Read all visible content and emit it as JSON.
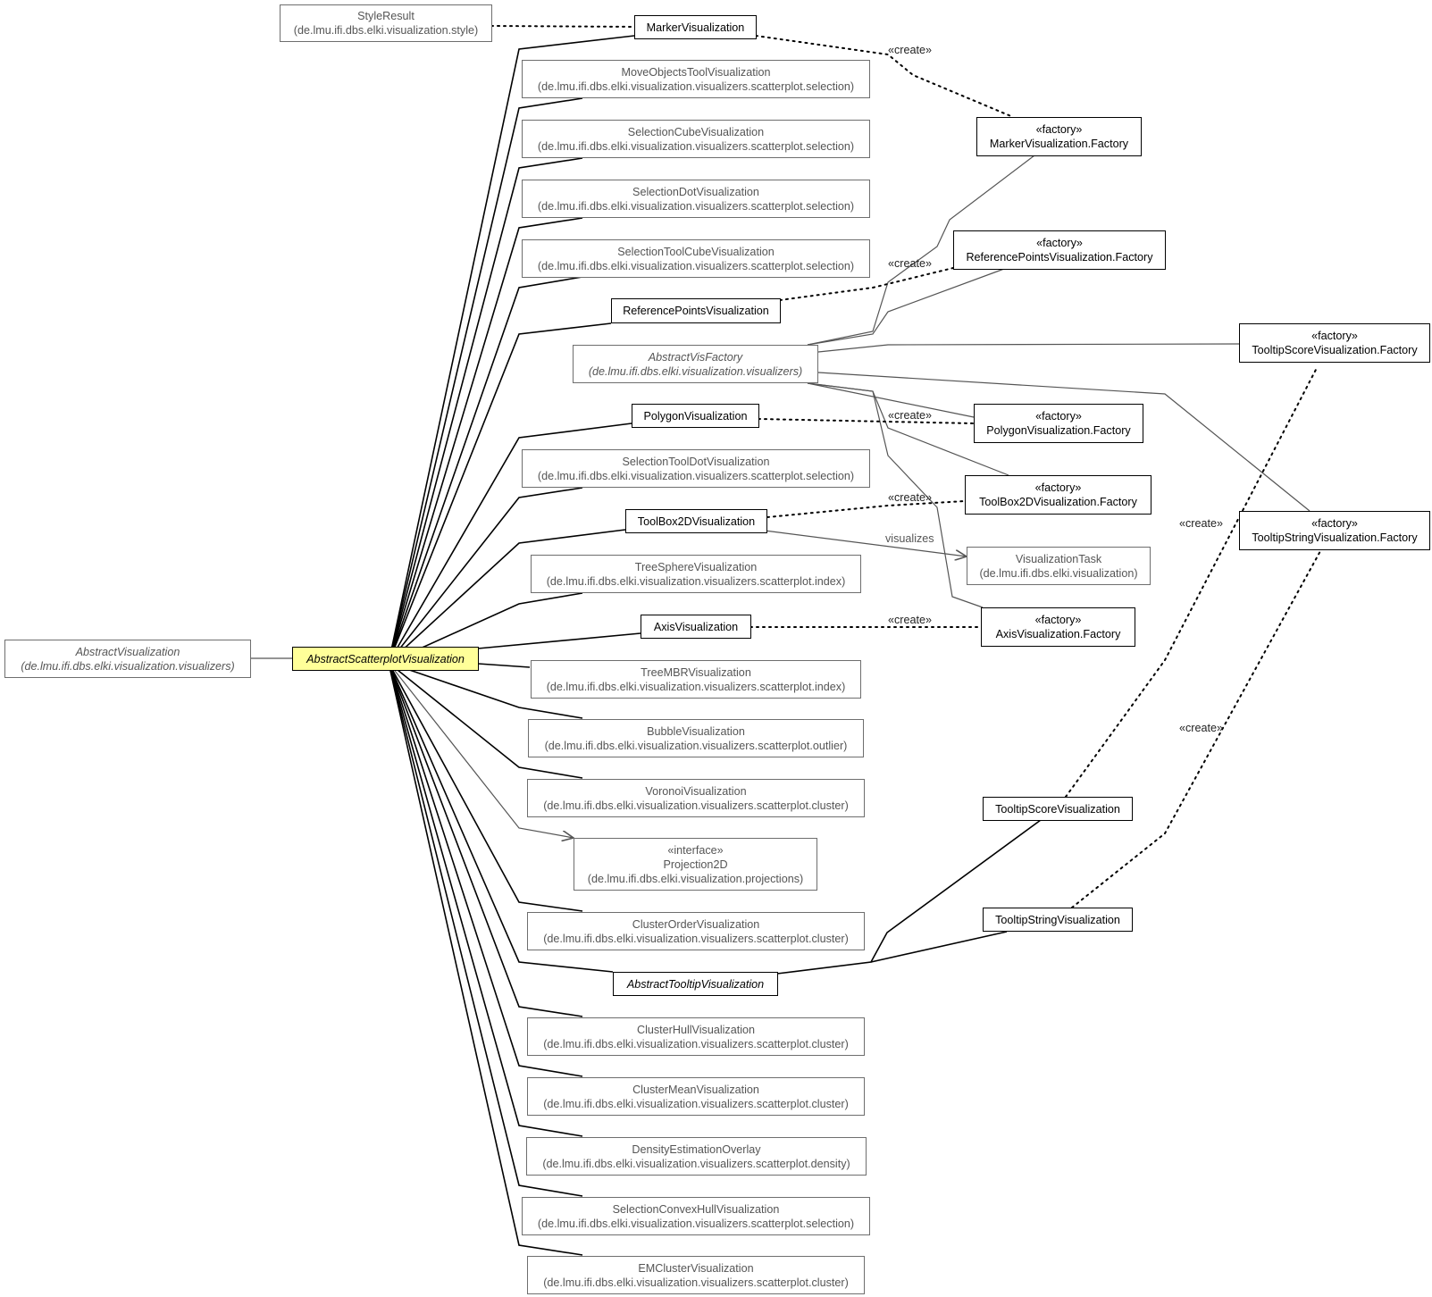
{
  "nodes": {
    "styleresult": {
      "name": "StyleResult",
      "pkg": "(de.lmu.ifi.dbs.elki.visualization.style)"
    },
    "marker": {
      "name": "MarkerVisualization"
    },
    "moveobjects": {
      "name": "MoveObjectsToolVisualization",
      "pkg": "(de.lmu.ifi.dbs.elki.visualization.visualizers.scatterplot.selection)"
    },
    "selectioncube": {
      "name": "SelectionCubeVisualization",
      "pkg": "(de.lmu.ifi.dbs.elki.visualization.visualizers.scatterplot.selection)"
    },
    "selectiondot": {
      "name": "SelectionDotVisualization",
      "pkg": "(de.lmu.ifi.dbs.elki.visualization.visualizers.scatterplot.selection)"
    },
    "selectiontoolcube": {
      "name": "SelectionToolCubeVisualization",
      "pkg": "(de.lmu.ifi.dbs.elki.visualization.visualizers.scatterplot.selection)"
    },
    "refpoints": {
      "name": "ReferencePointsVisualization"
    },
    "abstractvisfactory": {
      "name": "AbstractVisFactory",
      "pkg": "(de.lmu.ifi.dbs.elki.visualization.visualizers)"
    },
    "polygon": {
      "name": "PolygonVisualization"
    },
    "selectiontooldot": {
      "name": "SelectionToolDotVisualization",
      "pkg": "(de.lmu.ifi.dbs.elki.visualization.visualizers.scatterplot.selection)"
    },
    "toolbox2d": {
      "name": "ToolBox2DVisualization"
    },
    "treesphere": {
      "name": "TreeSphereVisualization",
      "pkg": "(de.lmu.ifi.dbs.elki.visualization.visualizers.scatterplot.index)"
    },
    "axis": {
      "name": "AxisVisualization"
    },
    "abstractvis": {
      "name": "AbstractVisualization",
      "pkg": "(de.lmu.ifi.dbs.elki.visualization.visualizers)"
    },
    "abstractscatter": {
      "name": "AbstractScatterplotVisualization"
    },
    "treembr": {
      "name": "TreeMBRVisualization",
      "pkg": "(de.lmu.ifi.dbs.elki.visualization.visualizers.scatterplot.index)"
    },
    "bubble": {
      "name": "BubbleVisualization",
      "pkg": "(de.lmu.ifi.dbs.elki.visualization.visualizers.scatterplot.outlier)"
    },
    "voronoi": {
      "name": "VoronoiVisualization",
      "pkg": "(de.lmu.ifi.dbs.elki.visualization.visualizers.scatterplot.cluster)"
    },
    "projection2d": {
      "stereotype": "«interface»",
      "name": "Projection2D",
      "pkg": "(de.lmu.ifi.dbs.elki.visualization.projections)"
    },
    "clusterorder": {
      "name": "ClusterOrderVisualization",
      "pkg": "(de.lmu.ifi.dbs.elki.visualization.visualizers.scatterplot.cluster)"
    },
    "abstracttooltip": {
      "name": "AbstractTooltipVisualization"
    },
    "clusterhull": {
      "name": "ClusterHullVisualization",
      "pkg": "(de.lmu.ifi.dbs.elki.visualization.visualizers.scatterplot.cluster)"
    },
    "clustermean": {
      "name": "ClusterMeanVisualization",
      "pkg": "(de.lmu.ifi.dbs.elki.visualization.visualizers.scatterplot.cluster)"
    },
    "density": {
      "name": "DensityEstimationOverlay",
      "pkg": "(de.lmu.ifi.dbs.elki.visualization.visualizers.scatterplot.density)"
    },
    "selectionconvexhull": {
      "name": "SelectionConvexHullVisualization",
      "pkg": "(de.lmu.ifi.dbs.elki.visualization.visualizers.scatterplot.selection)"
    },
    "emcluster": {
      "name": "EMClusterVisualization",
      "pkg": "(de.lmu.ifi.dbs.elki.visualization.visualizers.scatterplot.cluster)"
    },
    "markerfactory": {
      "stereotype": "«factory»",
      "name": "MarkerVisualization.Factory"
    },
    "refpointsfactory": {
      "stereotype": "«factory»",
      "name": "ReferencePointsVisualization.Factory"
    },
    "tooltipscorefactory": {
      "stereotype": "«factory»",
      "name": "TooltipScoreVisualization.Factory"
    },
    "polygonfactory": {
      "stereotype": "«factory»",
      "name": "PolygonVisualization.Factory"
    },
    "toolbox2dfactory": {
      "stereotype": "«factory»",
      "name": "ToolBox2DVisualization.Factory"
    },
    "tooltipstringfactory": {
      "stereotype": "«factory»",
      "name": "TooltipStringVisualization.Factory"
    },
    "visualizationtask": {
      "name": "VisualizationTask",
      "pkg": "(de.lmu.ifi.dbs.elki.visualization)"
    },
    "axisfactory": {
      "stereotype": "«factory»",
      "name": "AxisVisualization.Factory"
    },
    "tooltipscore": {
      "name": "TooltipScoreVisualization"
    },
    "tooltipstring": {
      "name": "TooltipStringVisualization"
    }
  },
  "labels": {
    "create": "«create»",
    "visualizes": "visualizes"
  }
}
